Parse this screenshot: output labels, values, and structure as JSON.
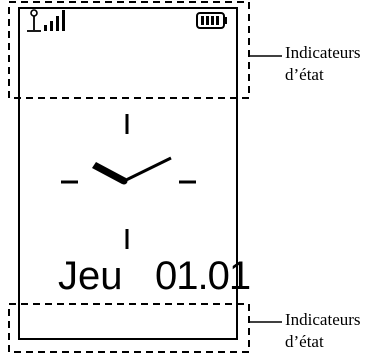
{
  "screen": {
    "day": "Jeu",
    "date": "01.01"
  },
  "callouts": {
    "top": {
      "line1": "Indicateurs",
      "line2": "d’état"
    },
    "bottom": {
      "line1": "Indicateurs",
      "line2": "d’état"
    }
  },
  "icons": {
    "signal": "antenna-signal-icon",
    "battery": "battery-full-icon"
  }
}
